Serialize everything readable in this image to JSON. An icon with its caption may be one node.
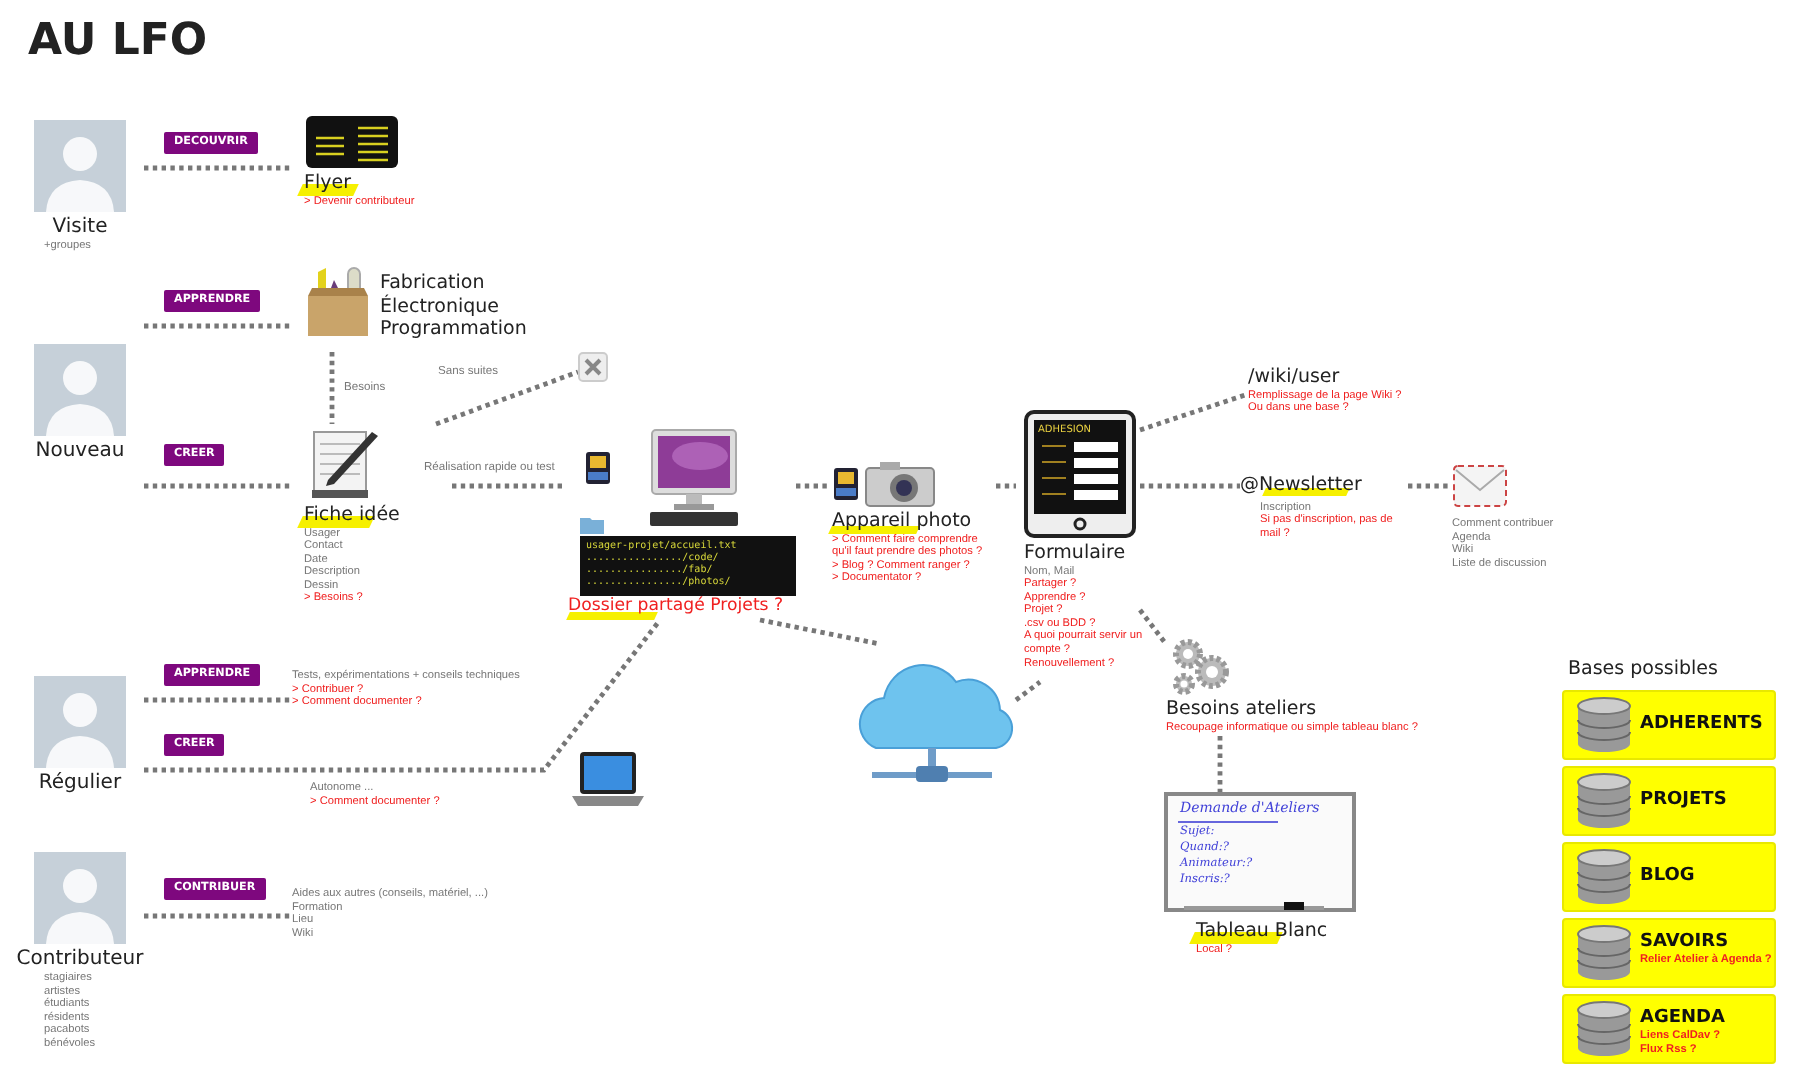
{
  "diagram": {
    "title": "AU LFO",
    "nodes": [
      {
        "text": [
          "Visite"
        ],
        "beside": [
          "+groupes"
        ]
      },
      {
        "text": [
          "Nouveau"
        ]
      },
      {
        "text": [
          "Régulier"
        ]
      },
      {
        "text": [
          "Contributeur"
        ],
        "beside": [
          "stagiaires",
          "artistes",
          "étudiants",
          "résidents",
          "pacabots",
          "bénévoles"
        ]
      },
      {
        "text": [
          "Flyer"
        ],
        "beside": [
          "> Devenir contributeur"
        ]
      },
      {
        "text": [
          "Fabrication Électronique Programmation"
        ]
      },
      {
        "text": [
          "Fiche idée"
        ],
        "beside": [
          "Usager",
          "Contact",
          "Date",
          "Description",
          "Dessin",
          "> Besoins ?"
        ]
      },
      {
        "text": [],
        "shape": "picture"
      },
      {
        "text": [
          "Dossier partagé Projets ?"
        ]
      },
      {
        "text": [
          "Appareil photo"
        ],
        "beside": [
          "> Comment faire comprendre qu'il faut prendre des photos ?",
          "> Blog ? Comment ranger ?",
          "> Documentator ?"
        ]
      },
      {
        "text": [
          "Formulaire"
        ],
        "beside": [
          "Nom, Mail",
          "Partager ?",
          "Apprendre ?",
          "Projet ?",
          ".csv ou BDD ?",
          "A quoi pourrait servir un compte ?",
          "Renouvellement ?"
        ]
      },
      {
        "text": [
          "/wiki/user"
        ],
        "beside": [
          "Remplissage de la page Wiki ?",
          "Ou dans une base ?"
        ]
      },
      {
        "text": [
          "@Newsletter"
        ],
        "beside": [
          "Inscription",
          "Si pas d'inscription, pas de mail ?"
        ]
      },
      {
        "text": [],
        "shape": "picture",
        "beside": [
          "Comment contribuer",
          "Agenda",
          "Wiki",
          "Liste de discussion"
        ]
      },
      {
        "text": [],
        "shape": "cloud"
      },
      {
        "text": [
          "Besoins ateliers"
        ],
        "beside": [
          "Recoupage informatique ou simple tableau blanc ?"
        ]
      },
      {
        "text": [
          "Tableau Blanc"
        ],
        "beside": [
          "Local ?"
        ]
      },
      {
        "text": [
          "Tests, expérimentations + conseils techniques"
        ],
        "beside": [
          "> Contribuer ?",
          "> Comment documenter ?"
        ]
      },
      {
        "text": [
          "Aides aux autres (conseils, matériel, ...)"
        ],
        "beside": [
          "Formation",
          "Lieu",
          "Wiki"
        ]
      },
      {
        "text": [
          "ADHERENTS"
        ]
      },
      {
        "text": [
          "PROJETS"
        ]
      },
      {
        "text": [
          "BLOG"
        ]
      },
      {
        "text": [
          "SAVOIRS",
          "Relier Atelier à Agenda ?"
        ]
      },
      {
        "text": [
          "AGENDA",
          "Liens CalDav ?",
          "Flux Rss ?"
        ]
      }
    ],
    "edges": [
      {
        "from": 0,
        "to": 4,
        "arrow": "none",
        "label": "DECOUVRIR"
      },
      {
        "from": 1,
        "to": 5,
        "arrow": "none",
        "label": "APPRENDRE"
      },
      {
        "from": 1,
        "to": 6,
        "arrow": "none",
        "label": "CREER"
      },
      {
        "from": 2,
        "to": 17,
        "arrow": "none",
        "label": "APPRENDRE"
      },
      {
        "from": 2,
        "to": 8,
        "arrow": "none",
        "label": "CREER"
      },
      {
        "from": 3,
        "to": 18,
        "arrow": "none",
        "label": "CONTRIBUER"
      },
      {
        "from": 5,
        "to": 6,
        "arrow": "none",
        "label": "Besoins"
      },
      {
        "from": 6,
        "to": 7,
        "arrow": "none",
        "label": "Sans suites"
      },
      {
        "from": 6,
        "to": 8,
        "arrow": "none",
        "label": "Réalisation rapide ou test"
      },
      {
        "from": 8,
        "to": 9,
        "arrow": "none"
      },
      {
        "from": 9,
        "to": 10,
        "arrow": "none"
      },
      {
        "from": 8,
        "to": 14,
        "arrow": "none"
      },
      {
        "from": 14,
        "to": 10,
        "arrow": "none"
      },
      {
        "from": 10,
        "to": 11,
        "arrow": "none"
      },
      {
        "from": 10,
        "to": 12,
        "arrow": "none"
      },
      {
        "from": 12,
        "to": 13,
        "arrow": "none"
      },
      {
        "from": 10,
        "to": 15,
        "arrow": "none"
      },
      {
        "from": 15,
        "to": 16,
        "arrow": "none"
      }
    ],
    "labels": [
      "usager-projet/accueil.txt",
      "................/code/",
      "................/fab/",
      "................/photos/",
      "ADHESION",
      "Autonome ...",
      "> Comment documenter ?",
      "Demande d'Ateliers",
      "Sujet:",
      "Quand:?",
      "Animateur:?",
      "Inscris:?",
      "Bases possibles"
    ]
  }
}
